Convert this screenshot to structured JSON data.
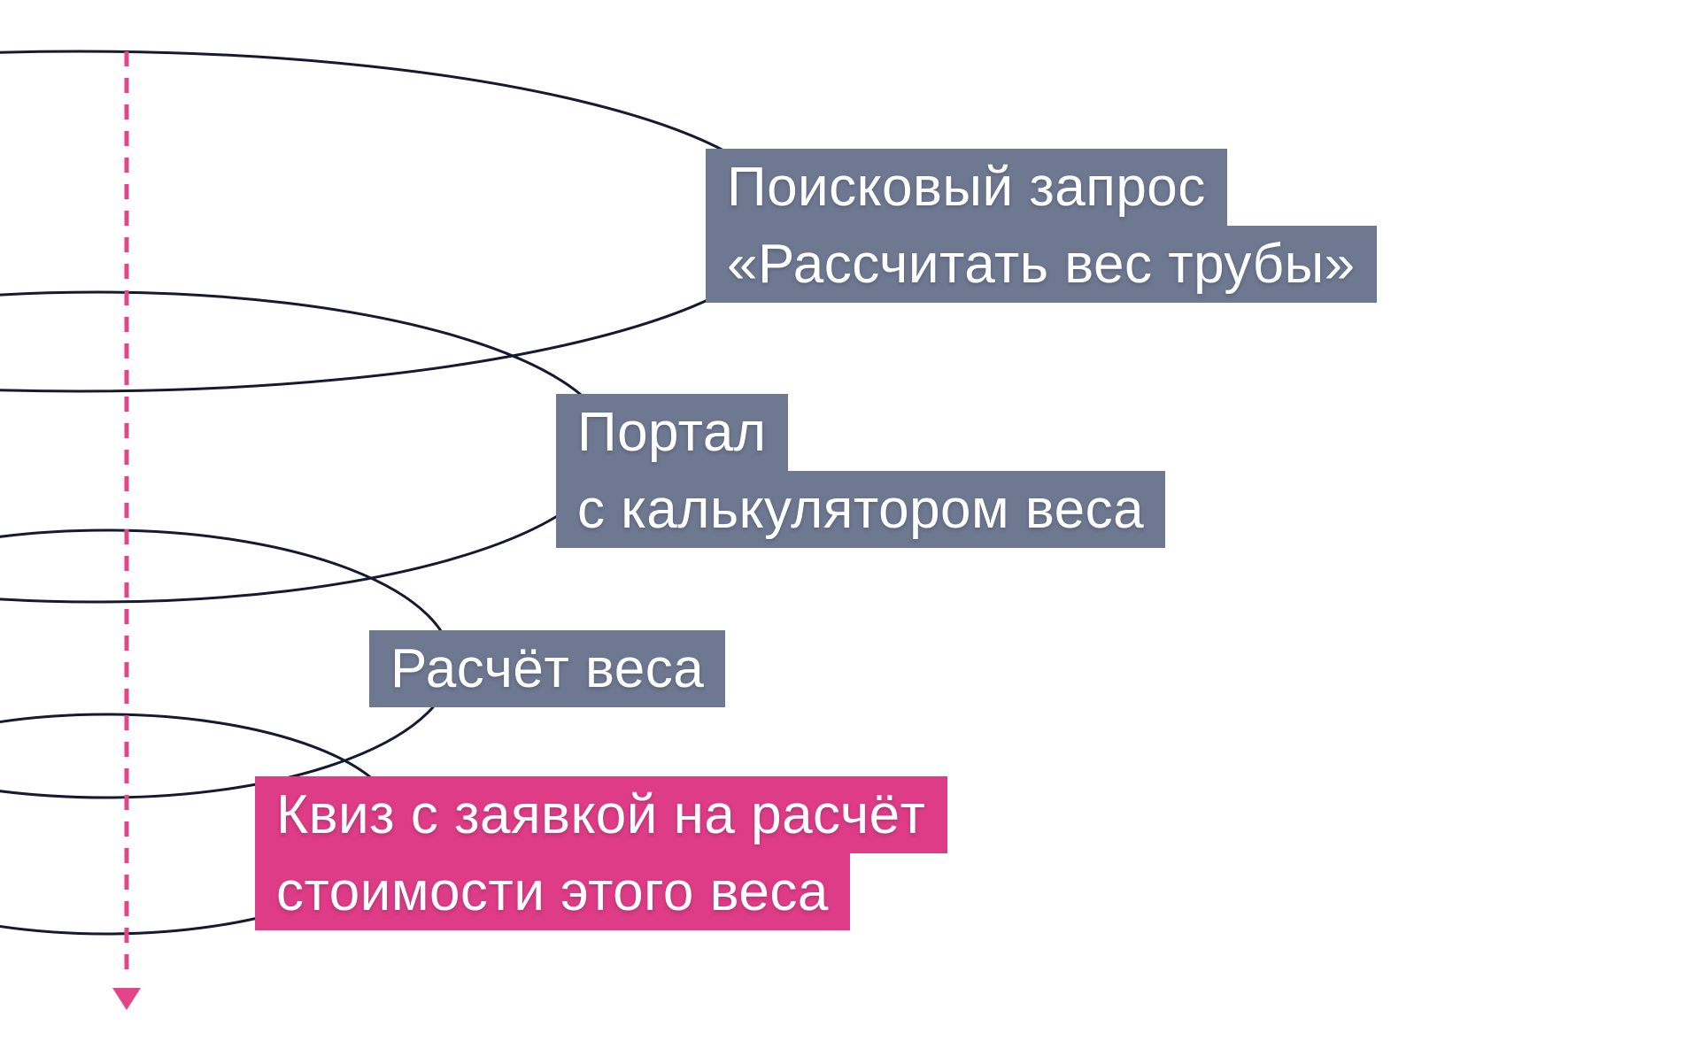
{
  "diagram": {
    "kind": "funnel-spiral",
    "description": "Marketing funnel drawn as a vortex of four ellipse turns around a dashed vertical axis with a downward arrow",
    "turns_count": 4
  },
  "colors": {
    "background": "#ffffff",
    "curve": "#151A30",
    "axis": "#E2458A",
    "label_gray": "#6E7890",
    "label_pink": "#DE3C86",
    "label_text": "#ffffff"
  },
  "labels": [
    {
      "id": "search-query",
      "color": "gray",
      "lines": [
        "Поисковый запрос",
        "«Рассчитать вес трубы»"
      ]
    },
    {
      "id": "portal-calculator",
      "color": "gray",
      "lines": [
        "Портал",
        "с калькулятором веса"
      ]
    },
    {
      "id": "weight-calculation",
      "color": "gray",
      "lines": [
        "Расчёт веса"
      ]
    },
    {
      "id": "quiz-request",
      "color": "pink",
      "lines": [
        "Квиз с заявкой на расчёт",
        "стоимости этого веса"
      ]
    }
  ]
}
